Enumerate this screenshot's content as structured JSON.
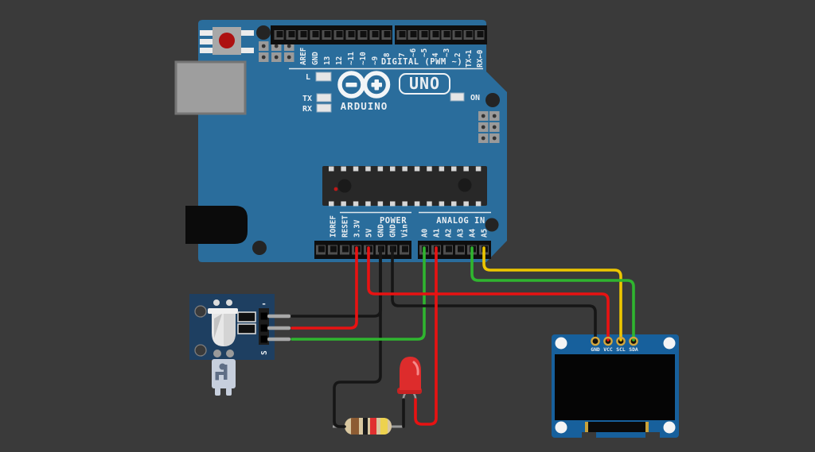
{
  "scene": {
    "background_color": "#3a3a3a"
  },
  "arduino": {
    "name": "Arduino UNO board",
    "board_color": "#2a6d9c",
    "brand": "ARDUINO",
    "model": "UNO",
    "on_led_label": "ON",
    "builtin_led_label": "L",
    "tx_led_label": "TX",
    "rx_led_label": "RX",
    "digital_caption": "DIGITAL (PWM ~)",
    "digital_pins_left": [
      "AREF",
      "GND",
      "13",
      "12",
      "~11",
      "~10",
      "~9",
      "8"
    ],
    "digital_pins_right": [
      "7",
      "~6",
      "~5",
      "4",
      "~3",
      "2",
      "TX→1",
      "RX←0"
    ],
    "power_caption": "POWER",
    "power_pins": [
      "IOREF",
      "RESET",
      "3.3V",
      "5V",
      "GND",
      "GND",
      "Vin"
    ],
    "analog_caption": "ANALOG IN",
    "analog_pins": [
      "A0",
      "A1",
      "A2",
      "A3",
      "A4",
      "A5"
    ]
  },
  "sensor_module": {
    "name": "sensor module",
    "board_color": "#1e3f61",
    "pin_minus_label": "-",
    "pin_signal_label": "S"
  },
  "oled_display": {
    "name": "I2C OLED display",
    "board_color": "#17609c",
    "pins": [
      "GND",
      "VCC",
      "SCL",
      "SDA"
    ]
  },
  "led": {
    "name": "red LED",
    "color": "#dd2c2c"
  },
  "resistor": {
    "name": "axial resistor",
    "band_colors": [
      "#8d5c33",
      "#1c1c1c",
      "#e03030",
      "#edd24f"
    ]
  },
  "wires": [
    {
      "from": "Arduino 3.3V",
      "to": "sensor middle pin",
      "color": "#e81212"
    },
    {
      "from": "Arduino 5V",
      "to": "OLED VCC",
      "color": "#e81212"
    },
    {
      "from": "Arduino GND",
      "to": "sensor - pin",
      "color": "#161616"
    },
    {
      "from": "Arduino GND",
      "to": "resistor lead",
      "color": "#161616"
    },
    {
      "from": "Arduino GND",
      "to": "OLED GND",
      "color": "#161616"
    },
    {
      "from": "Arduino A0",
      "to": "sensor S pin",
      "color": "#2fb52f"
    },
    {
      "from": "Arduino A1",
      "to": "LED anode",
      "color": "#e81212"
    },
    {
      "from": "Arduino A4",
      "to": "OLED SDA",
      "color": "#2fb52f"
    },
    {
      "from": "Arduino A5",
      "to": "OLED SCL",
      "color": "#edc600"
    },
    {
      "from": "LED cathode",
      "to": "resistor lead",
      "color": "#161616"
    }
  ]
}
